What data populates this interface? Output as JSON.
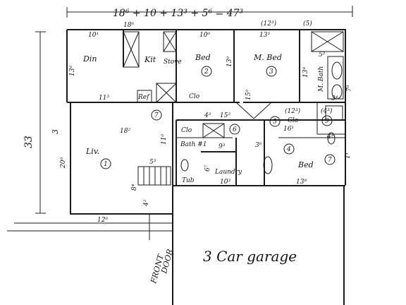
{
  "header": {
    "dimension_formula": "18⁶ + 10 + 13³ + 5⁶ = 47³"
  },
  "side": {
    "depth": "33"
  },
  "rooms": {
    "dining": {
      "label": "Din",
      "width": "10¹",
      "height": "13⁰",
      "bottom": "11³"
    },
    "kitchen": {
      "label": "Kit",
      "width": "18⁶",
      "stove": "Stove",
      "ref": "Ref"
    },
    "bed2": {
      "label": "Bed",
      "number": "2",
      "width": "10⁰",
      "height": "13⁰",
      "closet": "Clo"
    },
    "master_bed": {
      "label": "M. Bed",
      "number": "3",
      "width": "13³",
      "note_top": "(12³)",
      "height": "15⁰"
    },
    "master_bath": {
      "label": "M. Bath",
      "top": "(5)",
      "width": "5²",
      "side": "13⁸",
      "side2": "3⁴",
      "side3": "7⁰"
    },
    "living": {
      "label": "Liv.",
      "number": "1",
      "width": "18²",
      "height": "20⁰",
      "bottom": "12⁶",
      "side": "11⁰",
      "circle": "7"
    },
    "hall_closet": {
      "label": "Clo"
    },
    "hall": {
      "width": "15²",
      "side": "4²",
      "circle": "6"
    },
    "hall_bath": {
      "label": "Bath #1",
      "side": "6⁷",
      "tub": "Tub"
    },
    "laundry": {
      "label": "Laundry",
      "top": "9³",
      "bottom": "10³"
    },
    "closet2": {
      "label": "Clo",
      "number": "5",
      "note": "(12³)",
      "width": "16¹"
    },
    "bed4": {
      "label": "Bed",
      "number": "4",
      "side": "3⁶",
      "bottom": "13⁸",
      "circle": "7"
    },
    "small_right": {
      "note": "(4³)",
      "number": "9",
      "side": "4³",
      "side2": "1¹"
    },
    "stairs": {
      "width": "5³",
      "side": "8⁴",
      "side2": "4²"
    },
    "front_door": {
      "label_line1": "FRONT",
      "label_line2": "DOOR"
    },
    "garage": {
      "label": "3 Car garage"
    }
  }
}
